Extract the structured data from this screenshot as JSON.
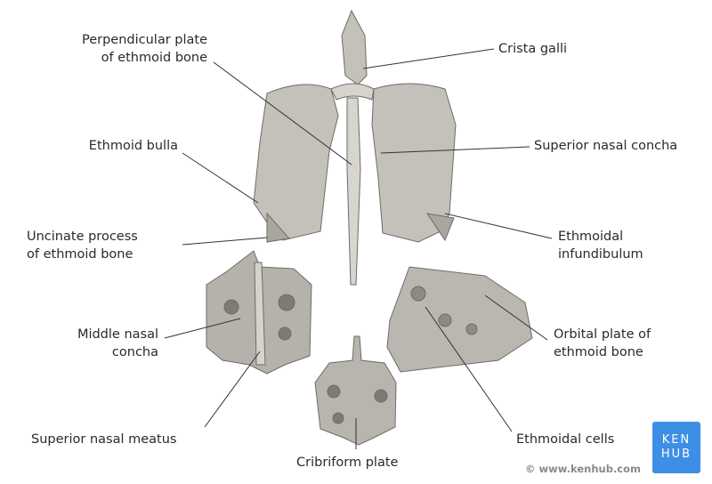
{
  "labels": {
    "perpendicular_plate": [
      "Perpendicular plate",
      "of ethmoid bone"
    ],
    "crista_galli": "Crista galli",
    "ethmoid_bulla": "Ethmoid bulla",
    "superior_nasal_concha": "Superior nasal concha",
    "uncinate_process": [
      "Uncinate process",
      "of ethmoid bone"
    ],
    "ethmoidal_infundibulum": [
      "Ethmoidal",
      "infundibulum"
    ],
    "middle_nasal_concha": [
      "Middle nasal",
      "concha"
    ],
    "orbital_plate": [
      "Orbital plate of",
      "ethmoid bone"
    ],
    "superior_nasal_meatus": "Superior nasal meatus",
    "ethmoidal_cells": "Ethmoidal cells",
    "cribriform_plate": "Cribriform plate"
  },
  "copyright": "© www.kenhub.com",
  "logo": [
    "KEN",
    "HUB"
  ],
  "colors": {
    "bone": "#bdb9b3",
    "bone_dark": "#6f6b66",
    "line": "#333333",
    "logo": "#3d8fe6"
  }
}
